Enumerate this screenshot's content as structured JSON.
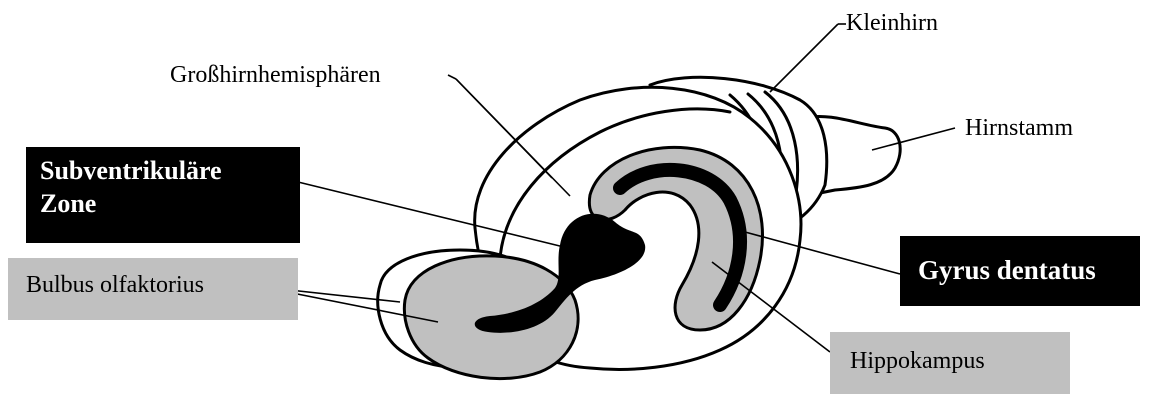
{
  "labels": {
    "kleinhirn": "Kleinhirn",
    "grosshirn": "Großhirnhemisphären",
    "hirnstamm": "Hirnstamm",
    "svz_line1": "Subventrikuläre",
    "svz_line2": "Zone",
    "bulbus": "Bulbus olfaktorius",
    "gyrus": "Gyrus dentatus",
    "hippokampus": "Hippokampus"
  },
  "colors": {
    "outline": "#000000",
    "grey_fill": "#c0c0c0",
    "label_box_black": "#000000",
    "label_box_grey": "#c0c0c0"
  }
}
